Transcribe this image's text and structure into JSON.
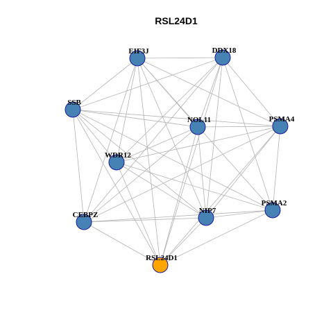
{
  "title": "RSL24D1",
  "colors": {
    "default_node": "#4682B4",
    "highlight_node": "#FFA500",
    "node_border": "#1a1aa0",
    "edge": "#b3b3b3"
  },
  "nodes": [
    {
      "id": "EIF3J",
      "label": "EIF3J",
      "highlight": false
    },
    {
      "id": "DDX18",
      "label": "DDX18",
      "highlight": false
    },
    {
      "id": "SSB",
      "label": "SSB",
      "highlight": false
    },
    {
      "id": "NOL11",
      "label": "NOL11",
      "highlight": false
    },
    {
      "id": "PSMA4",
      "label": "PSMA4",
      "highlight": false
    },
    {
      "id": "WDR12",
      "label": "WDR12",
      "highlight": false
    },
    {
      "id": "PSMA2",
      "label": "PSMA2",
      "highlight": false
    },
    {
      "id": "NIP7",
      "label": "NIP7",
      "highlight": false
    },
    {
      "id": "CEBPZ",
      "label": "CEBPZ",
      "highlight": false
    },
    {
      "id": "RSL24D1",
      "label": "RSL24D1",
      "highlight": true
    }
  ],
  "edges": [
    [
      "EIF3J",
      "DDX18"
    ],
    [
      "EIF3J",
      "SSB"
    ],
    [
      "EIF3J",
      "NOL11"
    ],
    [
      "EIF3J",
      "PSMA4"
    ],
    [
      "EIF3J",
      "WDR12"
    ],
    [
      "EIF3J",
      "PSMA2"
    ],
    [
      "EIF3J",
      "NIP7"
    ],
    [
      "EIF3J",
      "CEBPZ"
    ],
    [
      "EIF3J",
      "RSL24D1"
    ],
    [
      "DDX18",
      "SSB"
    ],
    [
      "DDX18",
      "NOL11"
    ],
    [
      "DDX18",
      "PSMA4"
    ],
    [
      "DDX18",
      "WDR12"
    ],
    [
      "DDX18",
      "PSMA2"
    ],
    [
      "DDX18",
      "NIP7"
    ],
    [
      "DDX18",
      "CEBPZ"
    ],
    [
      "DDX18",
      "RSL24D1"
    ],
    [
      "SSB",
      "NOL11"
    ],
    [
      "SSB",
      "PSMA4"
    ],
    [
      "SSB",
      "WDR12"
    ],
    [
      "SSB",
      "PSMA2"
    ],
    [
      "SSB",
      "NIP7"
    ],
    [
      "SSB",
      "CEBPZ"
    ],
    [
      "SSB",
      "RSL24D1"
    ],
    [
      "NOL11",
      "PSMA4"
    ],
    [
      "NOL11",
      "WDR12"
    ],
    [
      "NOL11",
      "NIP7"
    ],
    [
      "NOL11",
      "CEBPZ"
    ],
    [
      "NOL11",
      "RSL24D1"
    ],
    [
      "PSMA4",
      "WDR12"
    ],
    [
      "PSMA4",
      "PSMA2"
    ],
    [
      "PSMA4",
      "NIP7"
    ],
    [
      "PSMA4",
      "CEBPZ"
    ],
    [
      "PSMA4",
      "RSL24D1"
    ],
    [
      "WDR12",
      "PSMA2"
    ],
    [
      "WDR12",
      "NIP7"
    ],
    [
      "WDR12",
      "RSL24D1"
    ],
    [
      "PSMA2",
      "NIP7"
    ],
    [
      "PSMA2",
      "CEBPZ"
    ],
    [
      "PSMA2",
      "RSL24D1"
    ],
    [
      "NIP7",
      "CEBPZ"
    ],
    [
      "NIP7",
      "RSL24D1"
    ],
    [
      "CEBPZ",
      "RSL24D1"
    ]
  ]
}
